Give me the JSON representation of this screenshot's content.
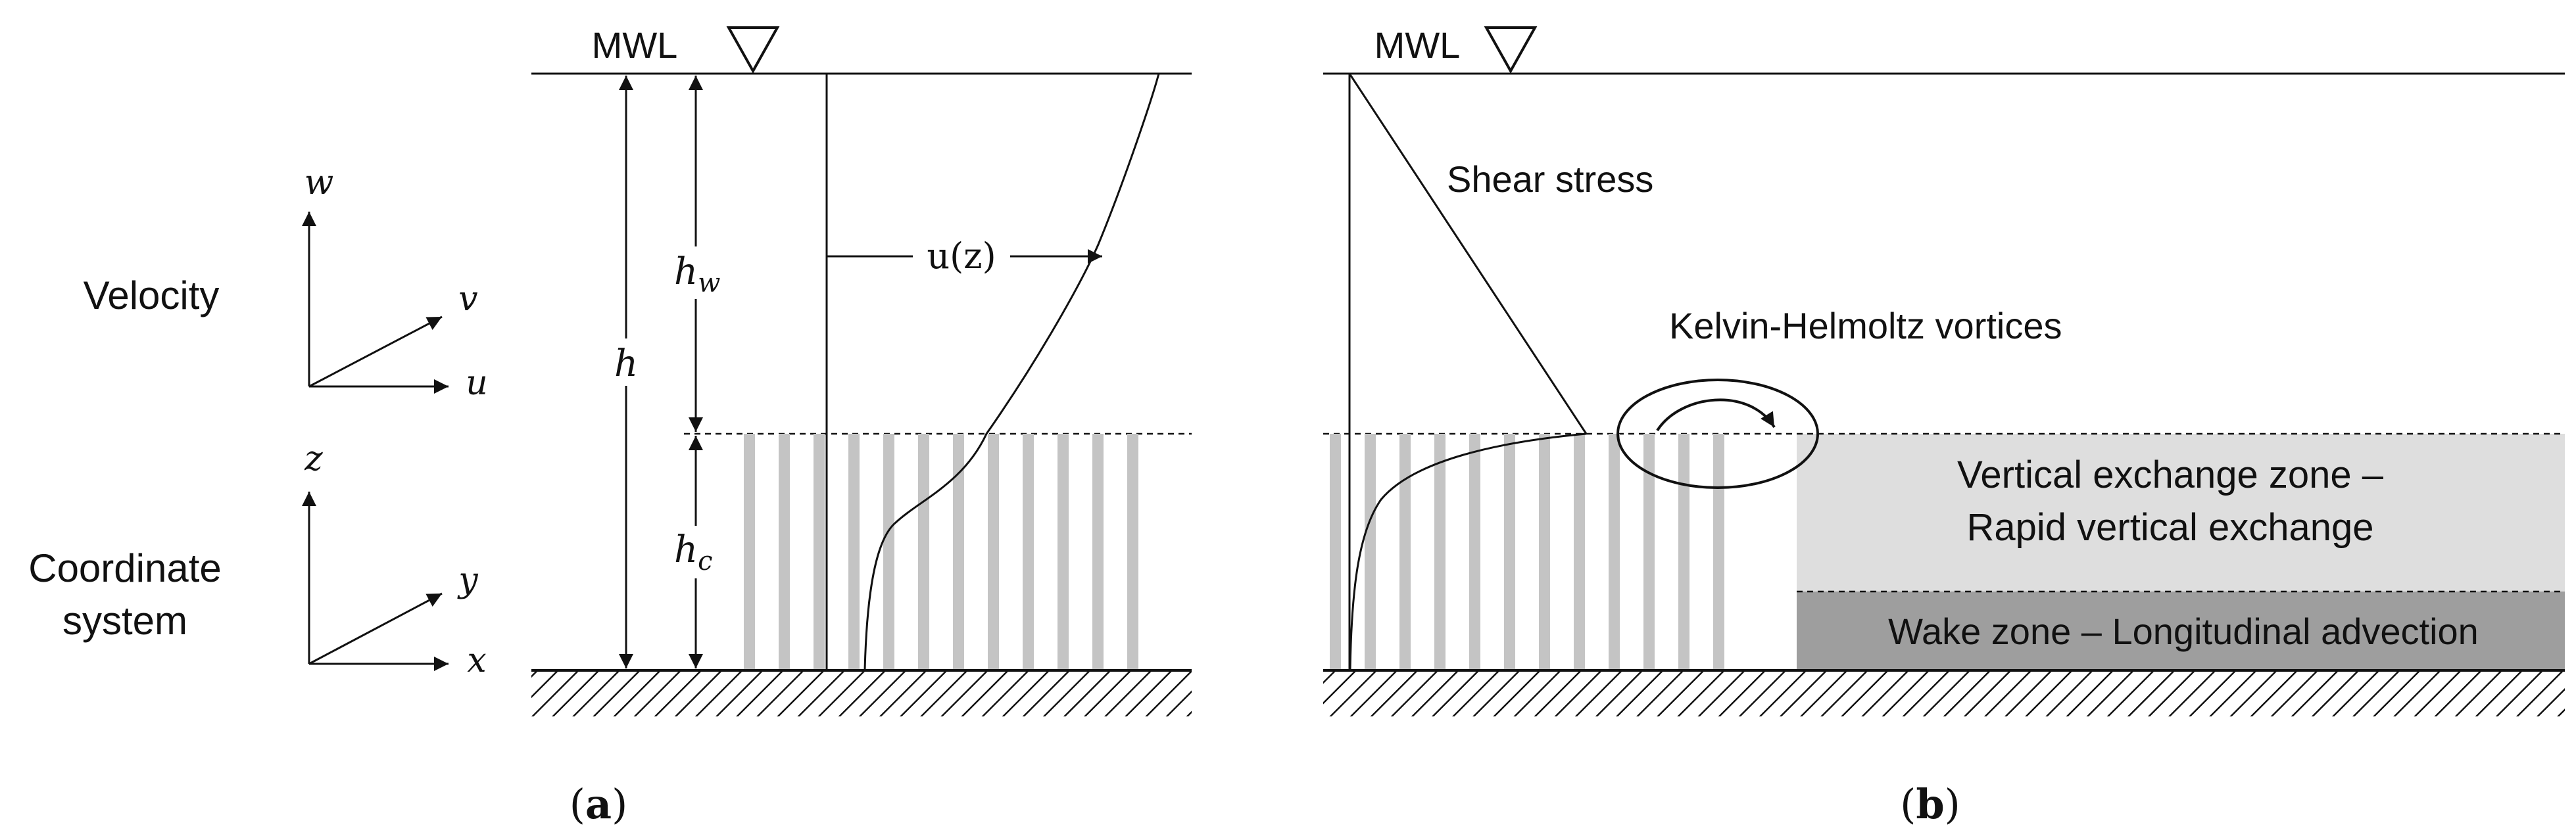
{
  "panel_a": {
    "label": "(a)",
    "label_letter": "a",
    "surface_label": "MWL",
    "velocity_label": "Velocity",
    "coordinate_label_line1": "Coordinate",
    "coordinate_label_line2": "system",
    "axes_velocity": {
      "vertical": "w",
      "diagonal": "v",
      "horizontal": "u"
    },
    "axes_coordinates": {
      "vertical": "z",
      "diagonal": "y",
      "horizontal": "x"
    },
    "h": "h",
    "h_w": {
      "base": "h",
      "sub": "w"
    },
    "h_c": {
      "base": "h",
      "sub": "c"
    },
    "profile_label": "u(z)"
  },
  "panel_b": {
    "label": "(b)",
    "label_letter": "b",
    "surface_label": "MWL",
    "shear_stress": "Shear stress",
    "vortices": "Kelvin-Helmoltz vortices",
    "vertical_zone_line1": "Vertical exchange zone –",
    "vertical_zone_line2": "Rapid vertical exchange",
    "wake_zone": "Wake zone – Longitudinal advection"
  },
  "colors": {
    "line": "#111111",
    "vegetation": "#c4c4c4",
    "vertical_zone_fill": "#dedede",
    "wake_zone_fill": "#9e9e9e"
  }
}
